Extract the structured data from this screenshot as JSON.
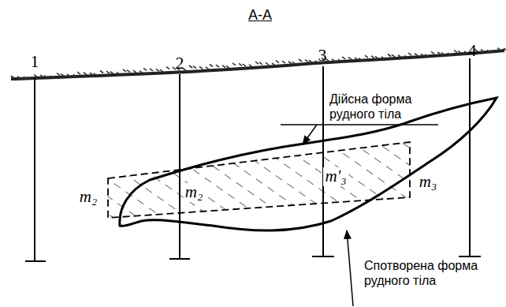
{
  "diagram": {
    "title": "А-А",
    "labels": [
      "1",
      "2",
      "3",
      "4",
      "m₂",
      "m₂",
      "m′₃",
      "m₃",
      "Дійсна форма рудного тіла",
      "Спотворена форма рудного тіла"
    ]
  }
}
